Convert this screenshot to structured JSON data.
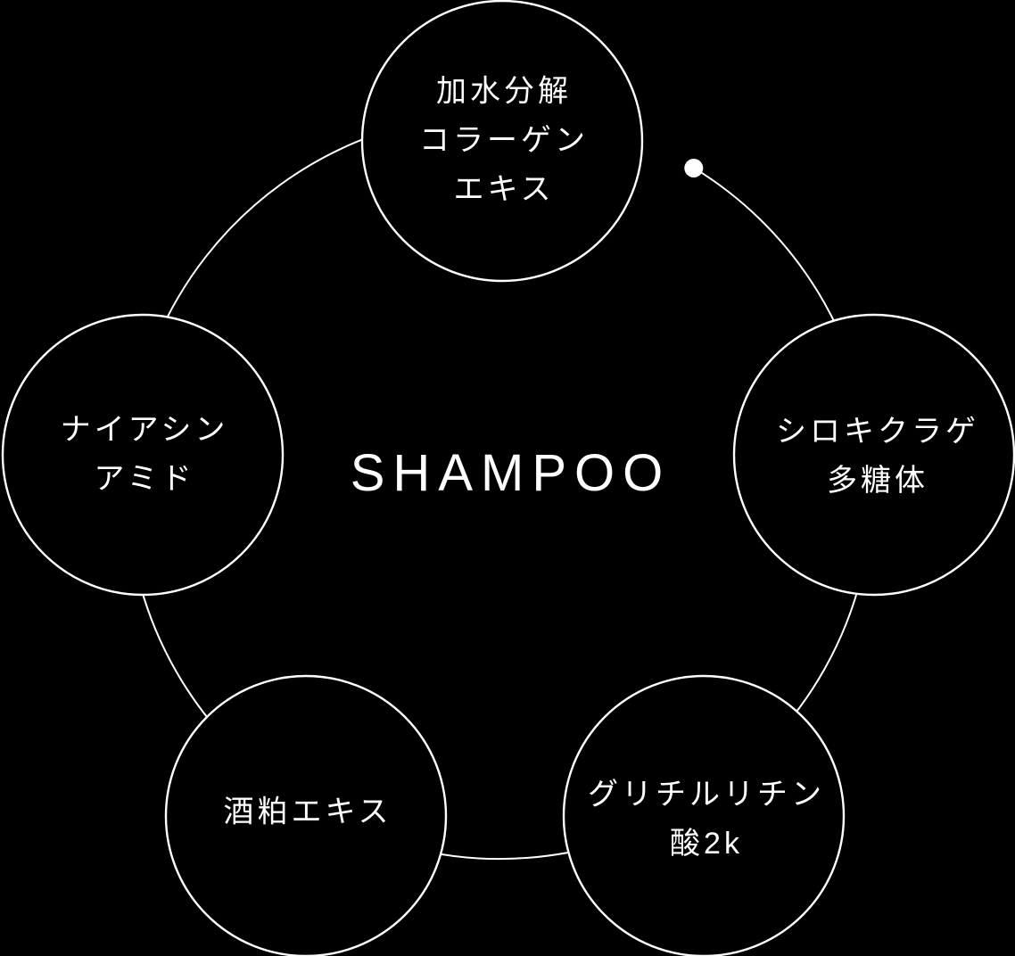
{
  "diagram": {
    "center_label": "SHAMPOO",
    "ingredients": [
      {
        "position": "top",
        "lines": [
          "加水分解",
          "コラーゲン",
          "エキス"
        ]
      },
      {
        "position": "right",
        "lines": [
          "シロキクラゲ",
          "多糖体"
        ]
      },
      {
        "position": "bottom-right",
        "lines": [
          "グリチルリチン",
          "酸2k"
        ]
      },
      {
        "position": "bottom-left",
        "lines": [
          "酒粕エキス"
        ]
      },
      {
        "position": "left",
        "lines": [
          "ナイアシン",
          "アミド"
        ]
      }
    ],
    "colors": {
      "background": "#000000",
      "line": "#ffffff",
      "text": "#ffffff"
    }
  }
}
